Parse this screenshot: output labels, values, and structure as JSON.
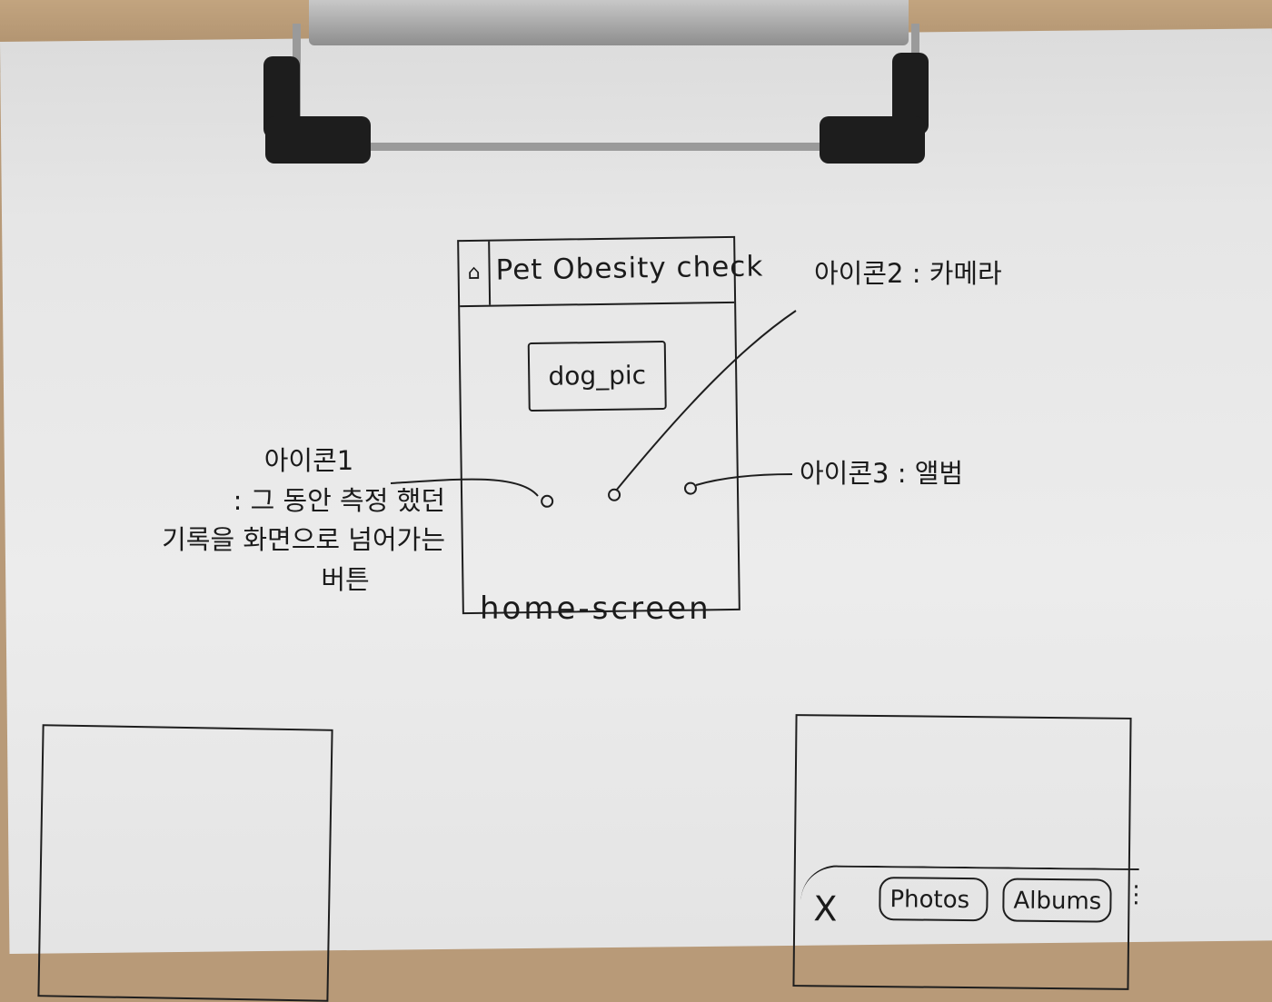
{
  "home_screen": {
    "header_icon": "⌂",
    "title": "Pet Obesity check",
    "dog_pic_label": "dog_pic",
    "screen_label": "home-screen"
  },
  "annotations": {
    "icon2": "아이콘2 : 카메라",
    "icon3": "아이콘3 : 앨범",
    "icon1_line1": "아이콘1",
    "icon1_line2": ": 그 동안 측정 했던",
    "icon1_line3": "기록을 화면으로 넘어가는",
    "icon1_line4": "버튼"
  },
  "gallery_screen": {
    "close_label": "X",
    "tab_photos": "Photos",
    "tab_albums": "Albums",
    "more_label": "⋮"
  }
}
